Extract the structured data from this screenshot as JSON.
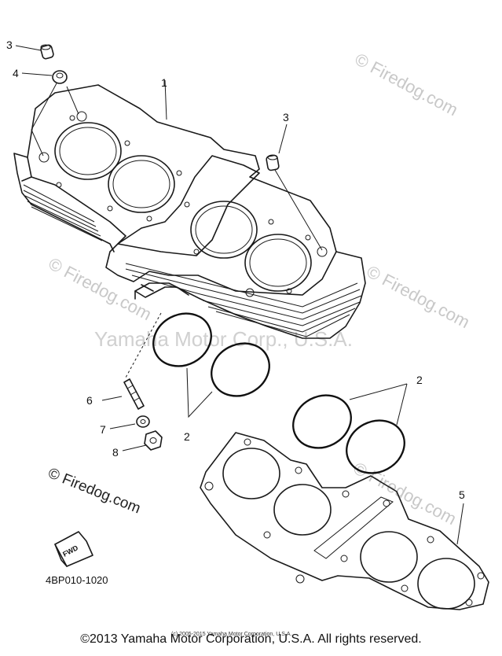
{
  "watermarks": {
    "firedog": "© Firedog.com",
    "center": "Yamaha Motor Corp., U.S.A."
  },
  "callouts": {
    "c1": "1",
    "c2a": "2",
    "c2b": "2",
    "c3a": "3",
    "c3b": "3",
    "c4": "4",
    "c5": "5",
    "c6": "6",
    "c7": "7",
    "c8": "8"
  },
  "arrow_label": "FWD",
  "part_code": "4BP010-1020",
  "small_copyright": "(c) 2005-2015 Yamaha Motor Corporation, U.S.A.",
  "footer": "©2013 Yamaha Motor Corporation, U.S.A. All rights reserved."
}
